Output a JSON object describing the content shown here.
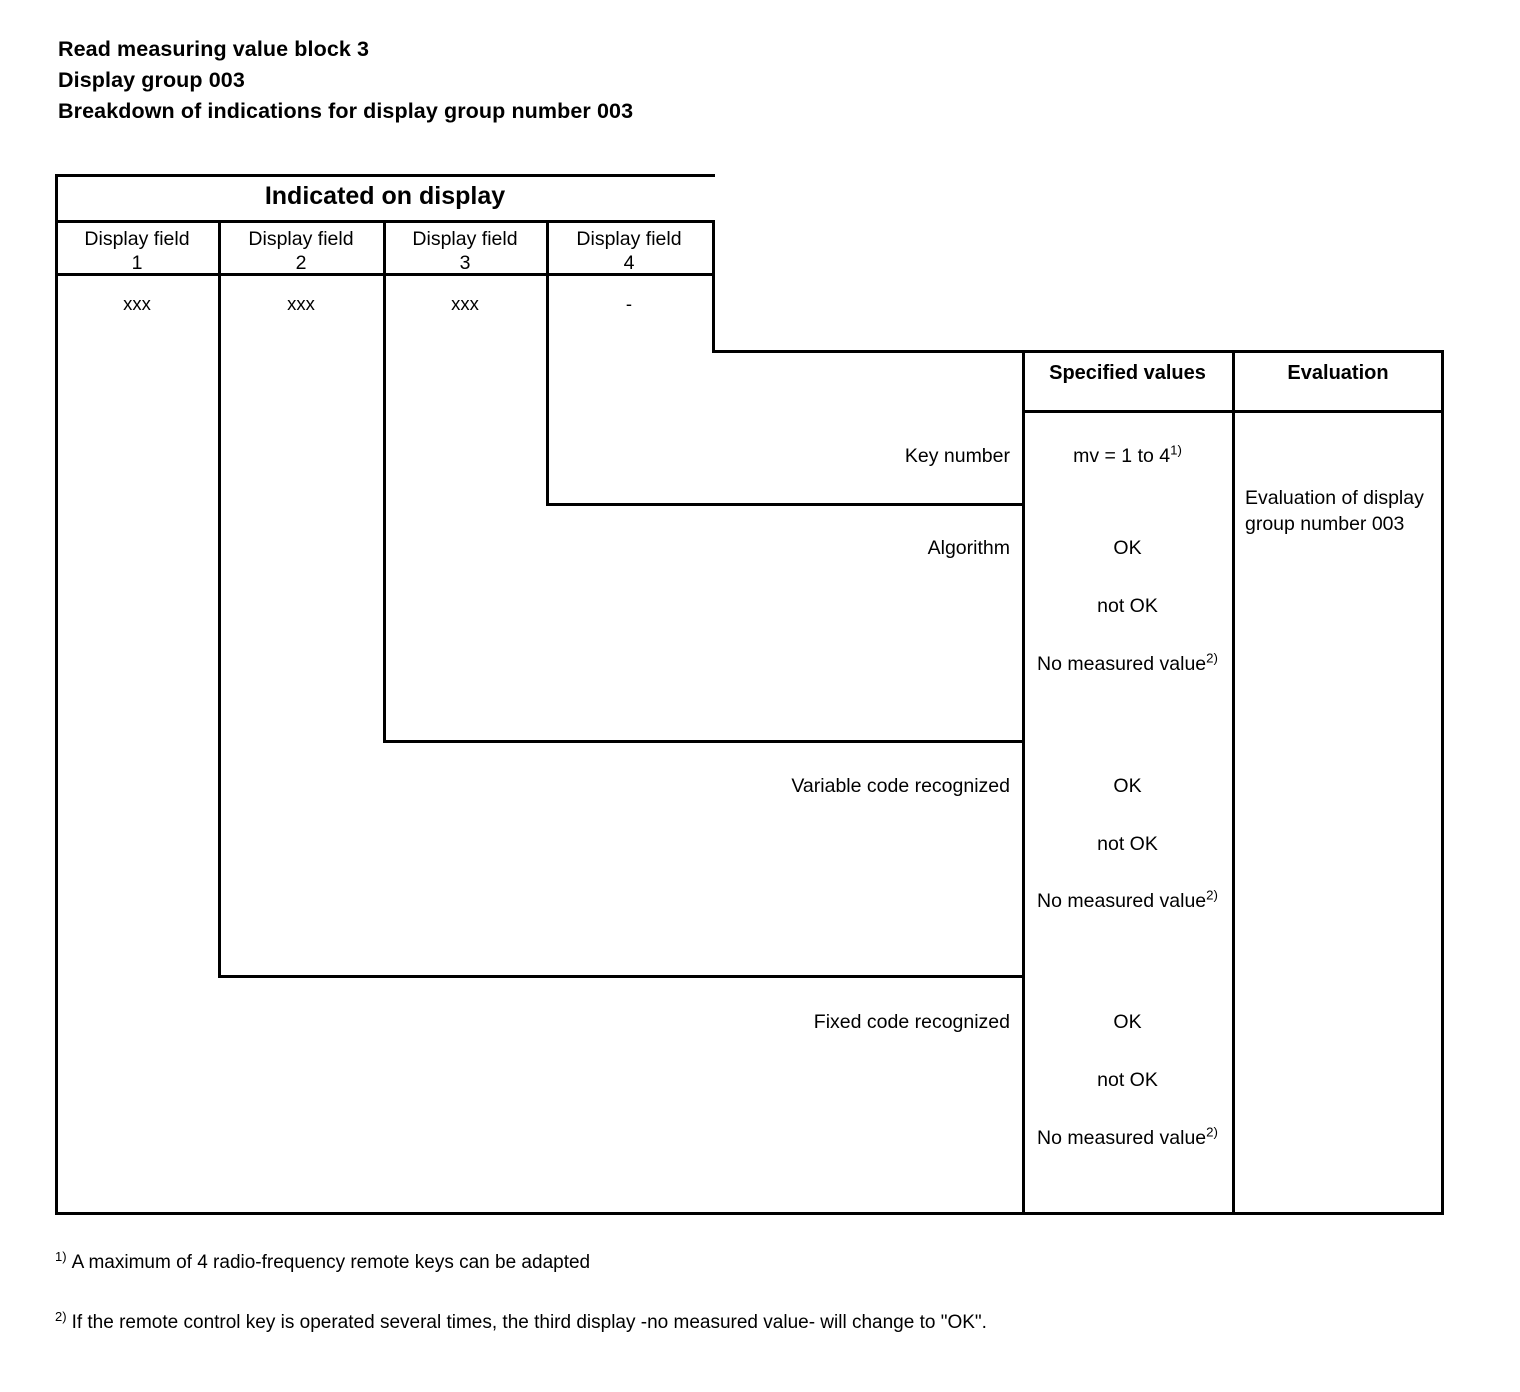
{
  "document": {
    "headings": [
      "Read measuring value block 3",
      "Display group 003",
      "Breakdown of indications for display group number 003"
    ]
  },
  "table": {
    "display_banner": "Indicated on display",
    "display_fields": [
      {
        "label": "Display field",
        "number": "1",
        "value": "xxx"
      },
      {
        "label": "Display field",
        "number": "2",
        "value": "xxx"
      },
      {
        "label": "Display field",
        "number": "3",
        "value": "xxx"
      },
      {
        "label": "Display field",
        "number": "4",
        "value": "-"
      }
    ],
    "right_headers": {
      "specified_values": "Specified values",
      "evaluation": "Evaluation"
    },
    "evaluation_text": "Evaluation of display group number 003",
    "rows": [
      {
        "label": "Key number",
        "values": [
          "mv = 1 to 4"
        ],
        "value_footnote": "1)"
      },
      {
        "label": "Algorithm",
        "values": [
          "OK",
          "not OK",
          "No measured value"
        ],
        "last_footnote": "2)"
      },
      {
        "label": "Variable code recognized",
        "values": [
          "OK",
          "not OK",
          "No measured value"
        ],
        "last_footnote": "2)"
      },
      {
        "label": "Fixed code recognized",
        "values": [
          "OK",
          "not OK",
          "No measured value"
        ],
        "last_footnote": "2)"
      }
    ]
  },
  "footnotes": [
    {
      "mark": "1)",
      "text": "A maximum of 4 radio-frequency remote keys can be adapted"
    },
    {
      "mark": "2)",
      "text": "If the remote control key is operated several times, the third display -no measured value- will change to \"OK\"."
    }
  ]
}
